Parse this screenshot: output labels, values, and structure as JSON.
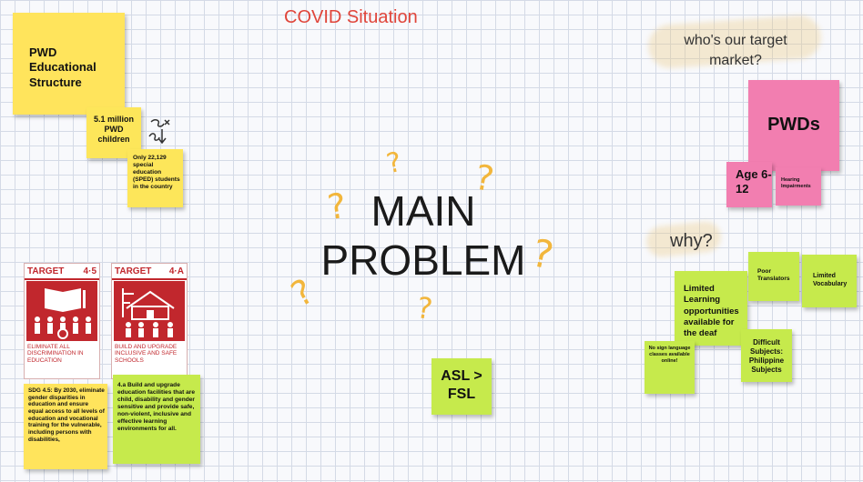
{
  "board": {
    "title": "COVID Situation",
    "main_problem_line1": "MAIN",
    "main_problem_line2": "PROBLEM"
  },
  "notes": {
    "pwd_structure": "PWD Educational Structure",
    "pwd_children": "5.1 million PWD children",
    "sped": "Only 22,129 special education (SPED) students in the country",
    "asl_fsl": "ASL > FSL",
    "target_market_question": "who's our target market?",
    "pwds": "PWDs",
    "age": "Age 6-12",
    "hearing": "Hearing Impairments",
    "why": "why?",
    "limited_learning": "Limited Learning opportunities available for the deaf",
    "poor_translators": "Poor Translators",
    "limited_vocab": "Limited Vocabulary",
    "no_sign": "No sign language classes available online!",
    "difficult_subjects": "Difficult Subjects: Philippine Subjects",
    "sdg45_text": "SDG 4.5: By 2030, eliminate gender disparities in education and ensure equal access to all levels of education and vocational training for the vulnerable, including persons with disabilities,",
    "sdg4a_text": "4.a Build and upgrade education facilities that are child, disability and gender sensitive and provide safe, non-violent, inclusive and effective learning environments for all."
  },
  "sdg_cards": [
    {
      "target": "TARGET",
      "number": "4·5",
      "caption": "ELIMINATE ALL DISCRIMINATION IN EDUCATION"
    },
    {
      "target": "TARGET",
      "number": "4·A",
      "caption": "BUILD AND UPGRADE INCLUSIVE AND SAFE SCHOOLS"
    }
  ],
  "colors": {
    "title": "#e0453a",
    "yellow": "#ffe45c",
    "green": "#c6ea4c",
    "pink": "#f27eb0",
    "sdg_red": "#c1272d"
  }
}
